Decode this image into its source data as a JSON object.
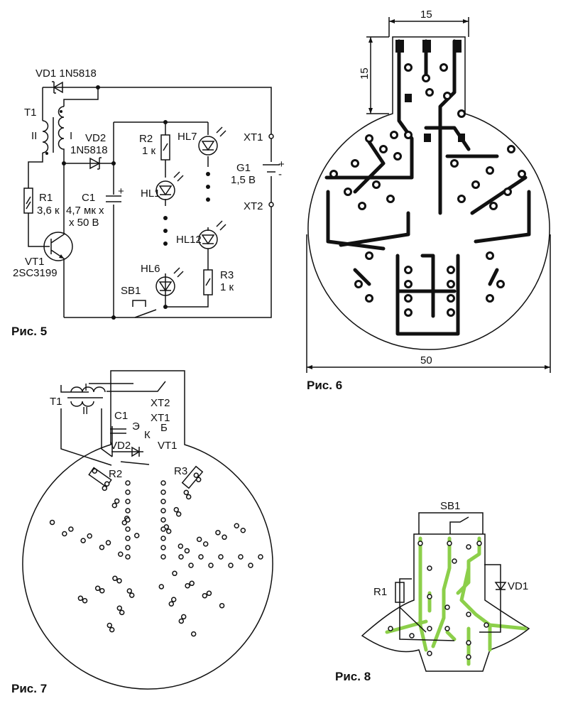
{
  "fig5": {
    "caption": "Рис. 5",
    "vd1": "VD1 1N5818",
    "t1": "T1",
    "winding2": "II",
    "winding1": "I",
    "vd2": "VD2",
    "vd2_type": "1N5818",
    "r1": "R1",
    "r1_value": "3,6 к",
    "c1": "C1",
    "c1_value": "4,7 мк х",
    "c1_value2": "х 50 В",
    "vt1": "VT1",
    "vt1_type": "2SC3199",
    "r2": "R2",
    "r2_value": "1 к",
    "hl7": "HL7",
    "hl1": "HL1",
    "hl12": "HL12",
    "hl6": "HL6",
    "sb1": "SB1",
    "r3": "R3",
    "r3_value": "1 к",
    "xt1": "XT1",
    "xt2": "XT2",
    "g1": "G1",
    "g1_value": "1,5 В",
    "plus": "+",
    "minus": "-"
  },
  "fig6": {
    "caption": "Рис. 6",
    "dim_top": "15",
    "dim_left": "15",
    "dim_bottom": "50"
  },
  "fig7": {
    "caption": "Рис. 7",
    "t1": "T1",
    "winding1": "I",
    "winding2": "II",
    "c1": "C1",
    "xt2": "XT2",
    "xt1": "XT1",
    "e": "Э",
    "b": "Б",
    "k": "К",
    "vd2": "VD2",
    "vt1": "VT1",
    "r2": "R2",
    "r3": "R3"
  },
  "fig8": {
    "caption": "Рис. 8",
    "sb1": "SB1",
    "r1": "R1",
    "vd1": "VD1"
  },
  "colors": {
    "trace_green": "#8ccf4a",
    "ink": "#111111"
  }
}
